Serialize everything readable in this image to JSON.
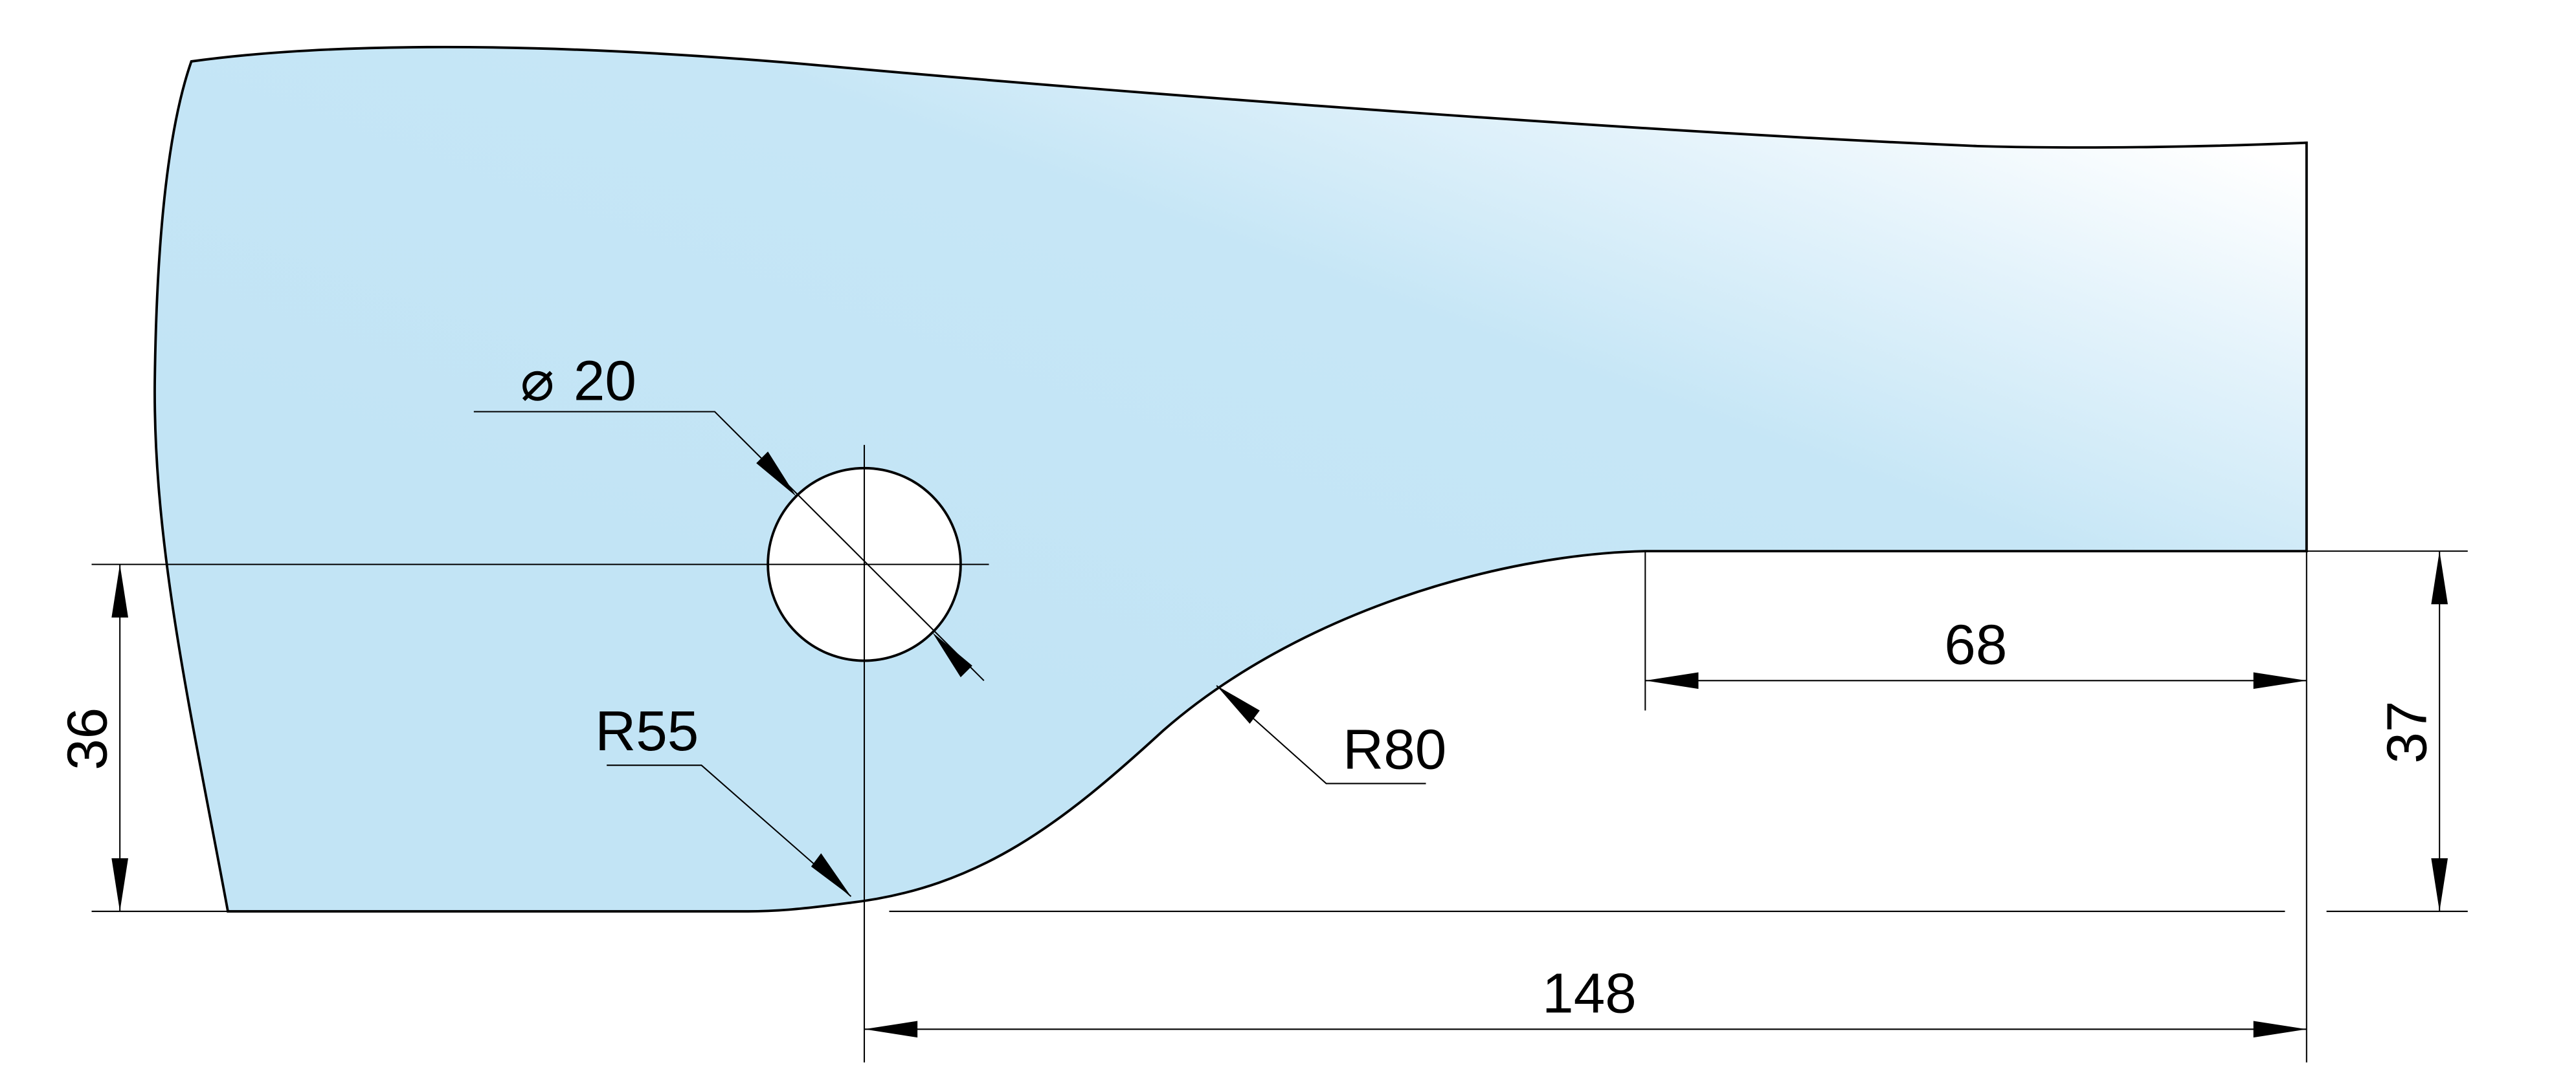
{
  "colors": {
    "fill": "#c2e4f5",
    "highlight": "#ffffff",
    "line": "#000000"
  },
  "dimensions": {
    "hole_diameter": "20",
    "hole_symbol": "⌀",
    "radius_small": "R55",
    "radius_large": "R80",
    "width_flat": "68",
    "height_left": "36",
    "height_right": "37",
    "total_length": "148"
  }
}
